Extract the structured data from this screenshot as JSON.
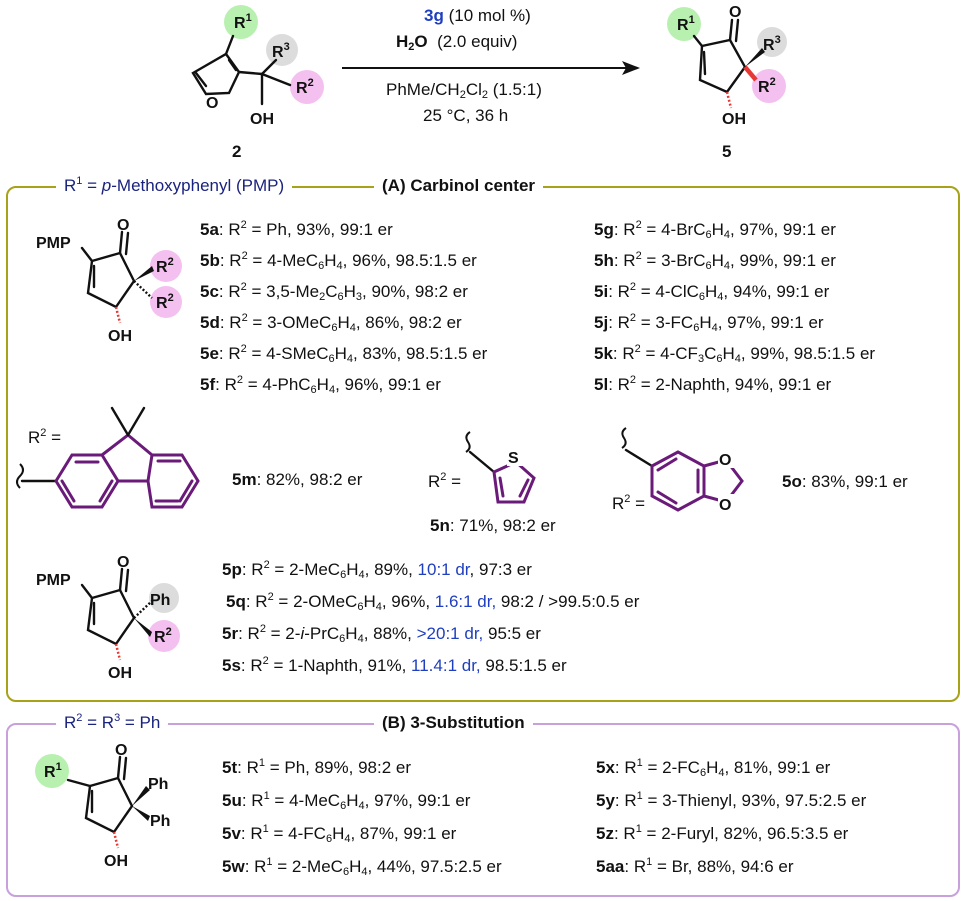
{
  "reaction": {
    "cat": "3g",
    "cat_rest": "(10 mol %)",
    "water_pre": "H",
    "water_sub": "2",
    "water_post": "O",
    "water_equiv": "(2.0 equiv)",
    "solvent_a": "PhMe/CH",
    "solvent_sub": "2",
    "solvent_b": "Cl",
    "solvent_sub2": "2",
    "solvent_c": " (1.5:1)",
    "conditions": "25 °C, 36 h",
    "sm_number": "2",
    "product_number": "5"
  },
  "labels": {
    "r": "R",
    "one": "1",
    "two": "2",
    "three": "3",
    "oh": "OH",
    "o": "O",
    "pmp": "PMP",
    "ph": "Ph",
    "s": "S"
  },
  "section_a": {
    "legend_left_pre": "R",
    "legend_left_sup": "1",
    "legend_left_post": " = ",
    "legend_left_italic": "p",
    "legend_left_rest": "-Methoxyphenyl (PMP)",
    "title": "(A) Carbinol center",
    "left_entries": [
      {
        "id": "5a",
        "r": "Ph",
        "rsub": "",
        "rtail": "",
        "rest": ", 93%, 99:1 er"
      },
      {
        "id": "5b",
        "r": "4-MeC",
        "rsub": "6",
        "rtail": "H",
        "rsub2": "4",
        "rest": ", 96%, 98.5:1.5 er"
      },
      {
        "id": "5c",
        "r": "3,5-Me",
        "rsub": "2",
        "rtail": "C",
        "rsub2": "6",
        "rtail2": "H",
        "rsub3": "3",
        "rest": ", 90%, 98:2 er"
      },
      {
        "id": "5d",
        "r": "3-OMeC",
        "rsub": "6",
        "rtail": "H",
        "rsub2": "4",
        "rest": ", 86%, 98:2 er"
      },
      {
        "id": "5e",
        "r": "4-SMeC",
        "rsub": "6",
        "rtail": "H",
        "rsub2": "4",
        "rest": ", 83%, 98.5:1.5 er"
      },
      {
        "id": "5f",
        "r": "4-PhC",
        "rsub": "6",
        "rtail": "H",
        "rsub2": "4",
        "rest": ", 96%, 99:1 er"
      }
    ],
    "right_entries": [
      {
        "id": "5g",
        "r": "4-BrC",
        "rsub": "6",
        "rtail": "H",
        "rsub2": "4",
        "rest": ", 97%, 99:1 er"
      },
      {
        "id": "5h",
        "r": "3-BrC",
        "rsub": "6",
        "rtail": "H",
        "rsub2": "4",
        "rest": ", 99%, 99:1 er"
      },
      {
        "id": "5i",
        "r": "4-ClC",
        "rsub": "6",
        "rtail": "H",
        "rsub2": "4",
        "rest": ", 94%, 99:1 er"
      },
      {
        "id": "5j",
        "r": "3-FC",
        "rsub": "6",
        "rtail": "H",
        "rsub2": "4",
        "rest": ", 97%, 99:1 er"
      },
      {
        "id": "5k",
        "r": "4-CF",
        "rsub": "3",
        "rtail": "C",
        "rsub2": "6",
        "rtail2": "H",
        "rsub3": "4",
        "rest": ", 99%, 98.5:1.5 er"
      },
      {
        "id": "5l",
        "r": "2-Naphth",
        "rsub": "",
        "rtail": "",
        "rest": ", 94%, 99:1 er"
      }
    ],
    "r2_eq": " =",
    "m_id": "5m",
    "m_rest": ": 82%, 98:2 er",
    "n_id": "5n",
    "n_rest": ": 71%, 98:2 er",
    "o_id": "5o",
    "o_rest": ": 83%, 99:1 er",
    "dr_entries": [
      {
        "id": "5p",
        "pre": ": R",
        "r": " = 2-MeC",
        "s1": "6",
        "t1": "H",
        "s2": "4",
        "mid": ", 89%, ",
        "dr": "10:1 dr",
        "er": ", 97:3 er"
      },
      {
        "id": "5q",
        "pre": ": R",
        "r": " = 2-OMeC",
        "s1": "6",
        "t1": "H",
        "s2": "4",
        "mid": ", 96%, ",
        "dr": "1.6:1 dr,",
        "er": " 98:2 / >99.5:0.5 er"
      },
      {
        "id": "5r",
        "pre": ": R",
        "r": " = 2-",
        "ital": "i",
        "r2": "-PrC",
        "s1": "6",
        "t1": "H",
        "s2": "4",
        "mid": ", 88%, ",
        "dr": ">20:1 dr,",
        "er": " 95:5 er"
      },
      {
        "id": "5s",
        "pre": ": R",
        "r": " = 1-Naphth",
        "mid": ", 91%, ",
        "dr": "11.4:1 dr,",
        "er": " 98.5:1.5 er"
      }
    ]
  },
  "section_b": {
    "legend_left": "R",
    "legend_sup2": "2",
    "legend_eq": " = R",
    "legend_sup3": "3",
    "legend_tail": " =  Ph",
    "title": "(B) 3-Substitution",
    "left_entries": [
      {
        "id": "5t",
        "r": "Ph",
        "rest": ", 89%, 98:2 er"
      },
      {
        "id": "5u",
        "r": "4-MeC",
        "s1": "6",
        "t1": "H",
        "s2": "4",
        "rest": ", 97%, 99:1 er"
      },
      {
        "id": "5v",
        "r": "4-FC",
        "s1": "6",
        "t1": "H",
        "s2": "4",
        "rest": ", 87%, 99:1 er"
      },
      {
        "id": "5w",
        "r": "2-MeC",
        "s1": "6",
        "t1": "H",
        "s2": "4",
        "rest": ", 44%, 97.5:2.5 er"
      }
    ],
    "right_entries": [
      {
        "id": "5x",
        "r": "2-FC",
        "s1": "6",
        "t1": "H",
        "s2": "4",
        "rest": ", 81%, 99:1 er"
      },
      {
        "id": "5y",
        "r": "3-Thienyl",
        "rest": ", 93%, 97.5:2.5 er"
      },
      {
        "id": "5z",
        "r": "2-Furyl",
        "rest": ", 82%, 96.5:3.5 er"
      },
      {
        "id": "5aa",
        "r": "Br",
        "rest": ", 88%, 94:6 er"
      }
    ]
  },
  "colors": {
    "box_a": "#a8a218",
    "box_b": "#c8a0dc",
    "r1_circle": "#b8f0b0",
    "r2_circle": "#f4c0f0",
    "r3_circle": "#dcdcdc",
    "dr_text": "#1f3fbf",
    "legend_text": "#1a237e",
    "substituent_bond": "#6a1b7a",
    "stereo_bond": "#e53935"
  }
}
